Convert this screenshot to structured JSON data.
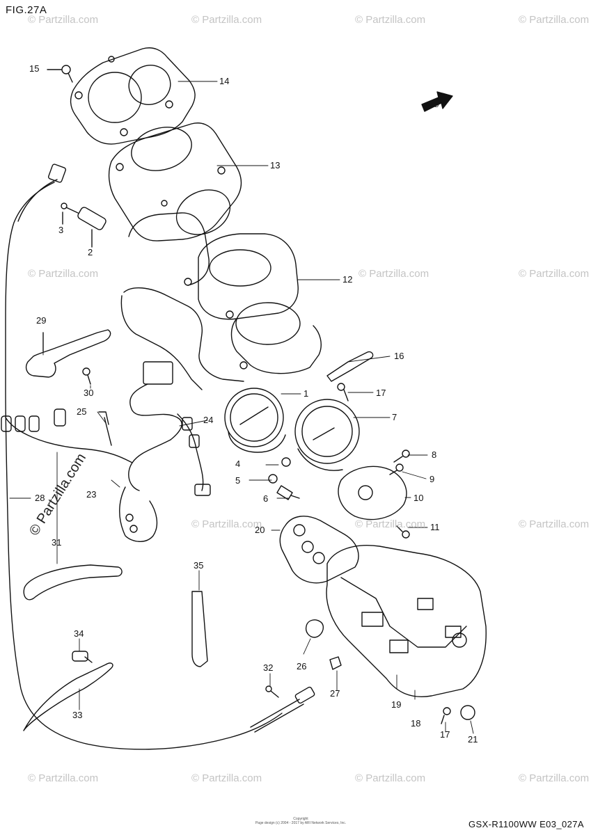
{
  "figure": {
    "title": "FIG.27A",
    "code": "GSX-R1100WW  E03_027A",
    "copyright_line1": "Copyright",
    "copyright_line2": "Page design (c) 2004 - 2017 by ARI Network Services, Inc."
  },
  "watermark": {
    "small": "© Partzilla.com",
    "big": "© Partzilla.com"
  },
  "fwd_mark": {
    "text": "FWD"
  },
  "callouts": [
    {
      "id": "c1",
      "number": "1"
    },
    {
      "id": "c2",
      "number": "2"
    },
    {
      "id": "c3",
      "number": "3"
    },
    {
      "id": "c4",
      "number": "4"
    },
    {
      "id": "c5",
      "number": "5"
    },
    {
      "id": "c6",
      "number": "6"
    },
    {
      "id": "c7",
      "number": "7"
    },
    {
      "id": "c8",
      "number": "8"
    },
    {
      "id": "c9",
      "number": "9"
    },
    {
      "id": "c10",
      "number": "10"
    },
    {
      "id": "c11",
      "number": "11"
    },
    {
      "id": "c12",
      "number": "12"
    },
    {
      "id": "c13",
      "number": "13"
    },
    {
      "id": "c14",
      "number": "14"
    },
    {
      "id": "c15",
      "number": "15"
    },
    {
      "id": "c16",
      "number": "16"
    },
    {
      "id": "c17a",
      "number": "17"
    },
    {
      "id": "c17b",
      "number": "17"
    },
    {
      "id": "c18",
      "number": "18"
    },
    {
      "id": "c19",
      "number": "19"
    },
    {
      "id": "c20",
      "number": "20"
    },
    {
      "id": "c21",
      "number": "21"
    },
    {
      "id": "c23",
      "number": "23"
    },
    {
      "id": "c24",
      "number": "24"
    },
    {
      "id": "c25",
      "number": "25"
    },
    {
      "id": "c26",
      "number": "26"
    },
    {
      "id": "c27",
      "number": "27"
    },
    {
      "id": "c28",
      "number": "28"
    },
    {
      "id": "c29",
      "number": "29"
    },
    {
      "id": "c30",
      "number": "30"
    },
    {
      "id": "c31",
      "number": "31"
    },
    {
      "id": "c32",
      "number": "32"
    },
    {
      "id": "c33",
      "number": "33"
    },
    {
      "id": "c34",
      "number": "34"
    },
    {
      "id": "c35",
      "number": "35"
    }
  ]
}
